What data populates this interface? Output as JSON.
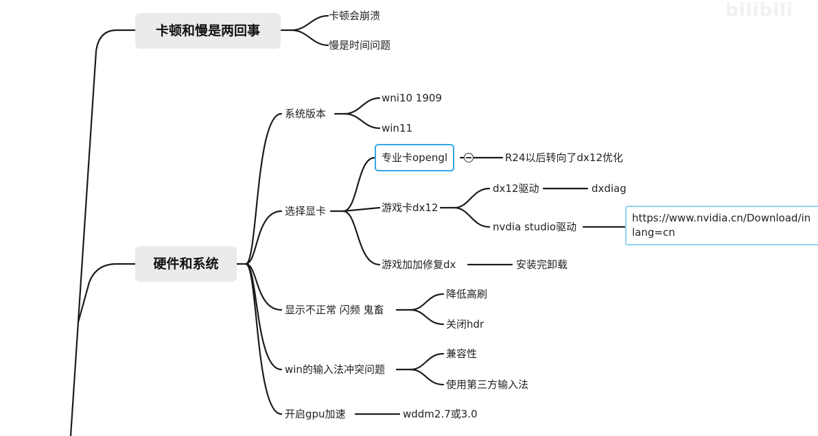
{
  "watermark": "bilibili",
  "branches": [
    {
      "label": "卡顿和慢是两回事",
      "children": [
        {
          "label": "卡顿会崩溃"
        },
        {
          "label": "慢是时间问题"
        }
      ]
    },
    {
      "label": "硬件和系统",
      "children": [
        {
          "label": "系统版本",
          "children": [
            {
              "label": "wni10 1909"
            },
            {
              "label": "win11"
            }
          ]
        },
        {
          "label": "选择显卡",
          "children": [
            {
              "label": "专业卡opengl",
              "children": [
                {
                  "label": "R24以后转向了dx12优化"
                }
              ]
            },
            {
              "label": "游戏卡dx12",
              "children": [
                {
                  "label": "dx12驱动",
                  "children": [
                    {
                      "label": "dxdiag"
                    }
                  ]
                },
                {
                  "label": "nvdia studio驱动",
                  "children": [
                    {
                      "label": "https://www.nvidia.cn/Download/in",
                      "label2": "lang=cn"
                    }
                  ]
                }
              ]
            },
            {
              "label": "游戏加加修复dx",
              "children": [
                {
                  "label": "安装完卸载"
                }
              ]
            }
          ]
        },
        {
          "label": "显示不正常 闪频 鬼畜",
          "children": [
            {
              "label": "降低高刷"
            },
            {
              "label": "关闭hdr"
            }
          ]
        },
        {
          "label": "win的输入法冲突问题",
          "children": [
            {
              "label": "兼容性"
            },
            {
              "label": "使用第三方输入法"
            }
          ]
        },
        {
          "label": "开启gpu加速",
          "children": [
            {
              "label": "wddm2.7或3.0"
            }
          ]
        }
      ]
    }
  ]
}
